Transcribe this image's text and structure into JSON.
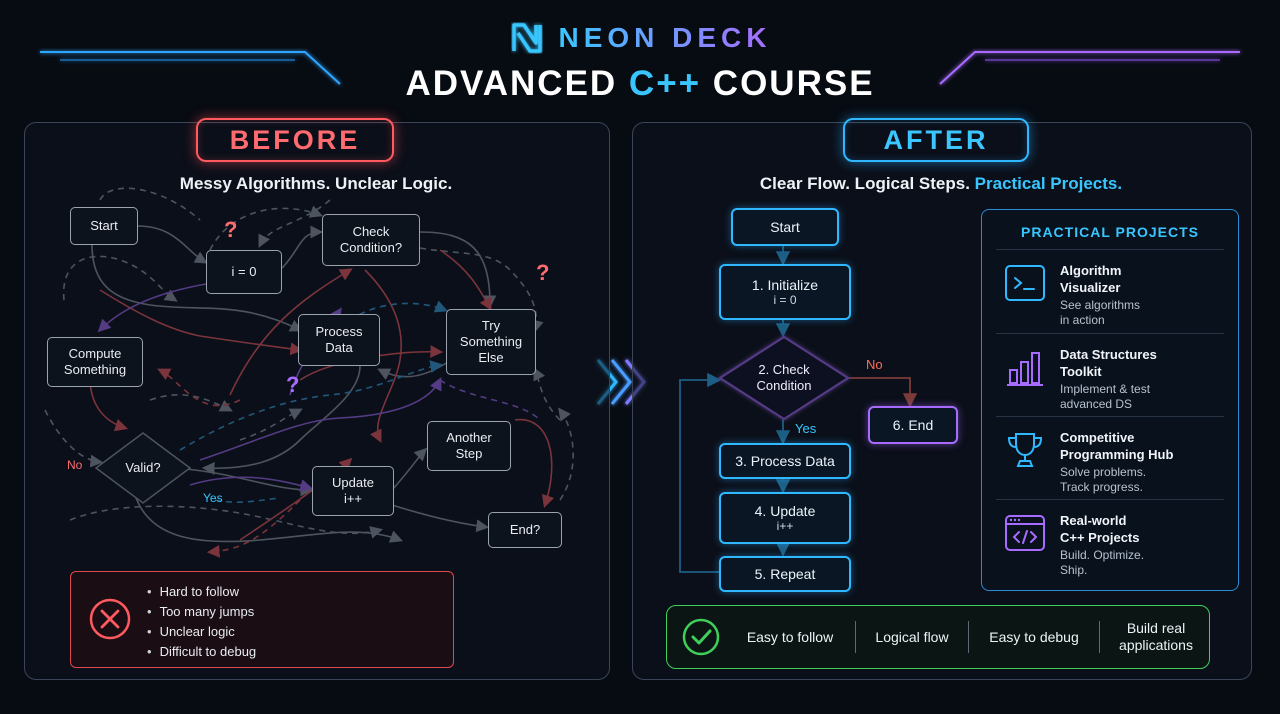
{
  "brand": {
    "name": "NEON DECK",
    "logo_icon": "n-logo-icon"
  },
  "title": {
    "prefix": "ADVANCED ",
    "highlight": "C++",
    "suffix": " COURSE"
  },
  "colors": {
    "before_red": "#ff5a5f",
    "after_cyan": "#2fb8ff",
    "purple": "#a86bff",
    "green": "#3fcf5a"
  },
  "before": {
    "label": "BEFORE",
    "subtitle": "Messy Algorithms. Unclear Logic.",
    "nodes": {
      "start": "Start",
      "init": "i = 0",
      "check": "Check\nCondition?",
      "compute": "Compute\nSomething",
      "process": "Process\nData",
      "try": "Try\nSomething\nElse",
      "valid": "Valid?",
      "update": "Update\ni++",
      "another": "Another\nStep",
      "end": "End?"
    },
    "labels": {
      "no": "No",
      "yes": "Yes",
      "question": "?"
    },
    "issues_icon": "x-circle-icon",
    "issues": [
      "Hard to follow",
      "Too many jumps",
      "Unclear logic",
      "Difficult to debug"
    ]
  },
  "arrow_icon": "double-chevron-right-icon",
  "after": {
    "label": "AFTER",
    "subtitle_main": "Clear Flow. Logical Steps. ",
    "subtitle_highlight": "Practical Projects.",
    "flow": {
      "start": "Start",
      "init_title": "1. Initialize",
      "init_sub": "i = 0",
      "check": "2. Check\nCondition",
      "process": "3. Process Data",
      "update_title": "4. Update",
      "update_sub": "i++",
      "repeat": "5. Repeat",
      "end": "6. End",
      "no": "No",
      "yes": "Yes"
    },
    "projects": {
      "heading": "PRACTICAL PROJECTS",
      "items": [
        {
          "title": "Algorithm\nVisualizer",
          "desc": "See algorithms\nin action",
          "icon": "terminal-icon"
        },
        {
          "title": "Data Structures\nToolkit",
          "desc": "Implement & test\nadvanced DS",
          "icon": "bar-chart-icon"
        },
        {
          "title": "Competitive\nProgramming Hub",
          "desc": "Solve problems.\nTrack progress.",
          "icon": "trophy-icon"
        },
        {
          "title": "Real-world\nC++ Projects",
          "desc": "Build. Optimize.\nShip.",
          "icon": "code-window-icon"
        }
      ]
    },
    "benefits_icon": "check-circle-icon",
    "benefits": [
      "Easy to follow",
      "Logical flow",
      "Easy to debug",
      "Build real\napplications"
    ]
  }
}
